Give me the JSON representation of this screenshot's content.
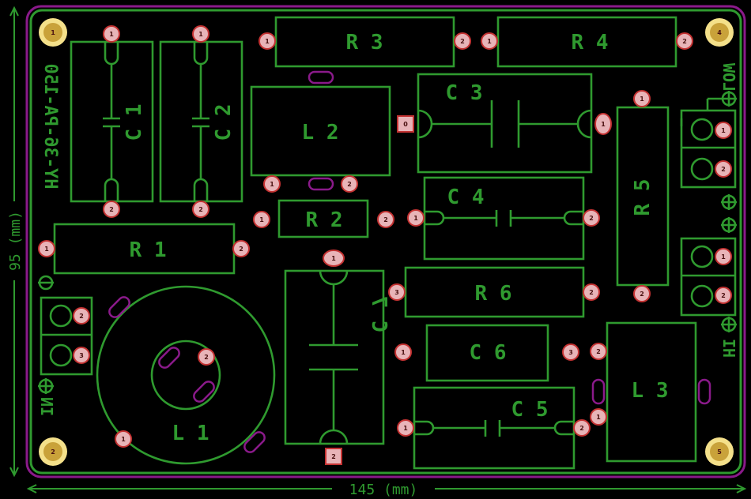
{
  "board": {
    "name": "HY-36-PA-150",
    "width_label": "145 (mm)",
    "height_label": "95 (mm)"
  },
  "colors": {
    "silkscreen": "#2f9a2f",
    "pad": "#e8b4b8",
    "pad_ring": "#c43232",
    "mount_hole": "#f4e08a",
    "board_outline": "#8a1a8a",
    "background": "#000000"
  },
  "components": {
    "R3": "R 3",
    "R4": "R 4",
    "C1": "C 1",
    "C2": "C 2",
    "L2": "L 2",
    "C3": "C 3",
    "R5": "R 5",
    "R2": "R 2",
    "C4": "C 4",
    "R1": "R 1",
    "C7": "C 7",
    "R6": "R 6",
    "C6": "C 6",
    "L3": "L 3",
    "L1": "L 1",
    "C5": "C 5"
  },
  "connectors": {
    "low": "LOW",
    "hi": "HI",
    "in": "IN"
  },
  "mount_holes": [
    "1",
    "4",
    "2",
    "5"
  ],
  "pads": {
    "c1_top": "1",
    "c1_bot": "2",
    "c2_top": "1",
    "c2_bot": "2",
    "r3_left": "1",
    "r3_right": "2",
    "r4_left": "1",
    "r4_right": "2",
    "l2_left": "1",
    "l2_right": "2",
    "c3_left": "0",
    "c3_right": "1",
    "r5_top": "1",
    "r5_bot": "2",
    "r2_left": "1",
    "r2_right": "2",
    "c4_left": "1",
    "c4_right": "2",
    "r1_left": "1",
    "r1_right": "2",
    "c7_top": "1",
    "c7_bot": "2",
    "r6_left": "3",
    "r6_right": "2",
    "c6_left": "1",
    "c6_right": "3",
    "l3_top": "2",
    "l3_bot": "1",
    "l1_inner": "2",
    "l1_outer": "1",
    "c5_left": "1",
    "c5_right": "2",
    "low_1": "1",
    "low_2": "2",
    "hi_1": "1",
    "hi_2": "2",
    "in_2": "2",
    "in_3": "3"
  }
}
